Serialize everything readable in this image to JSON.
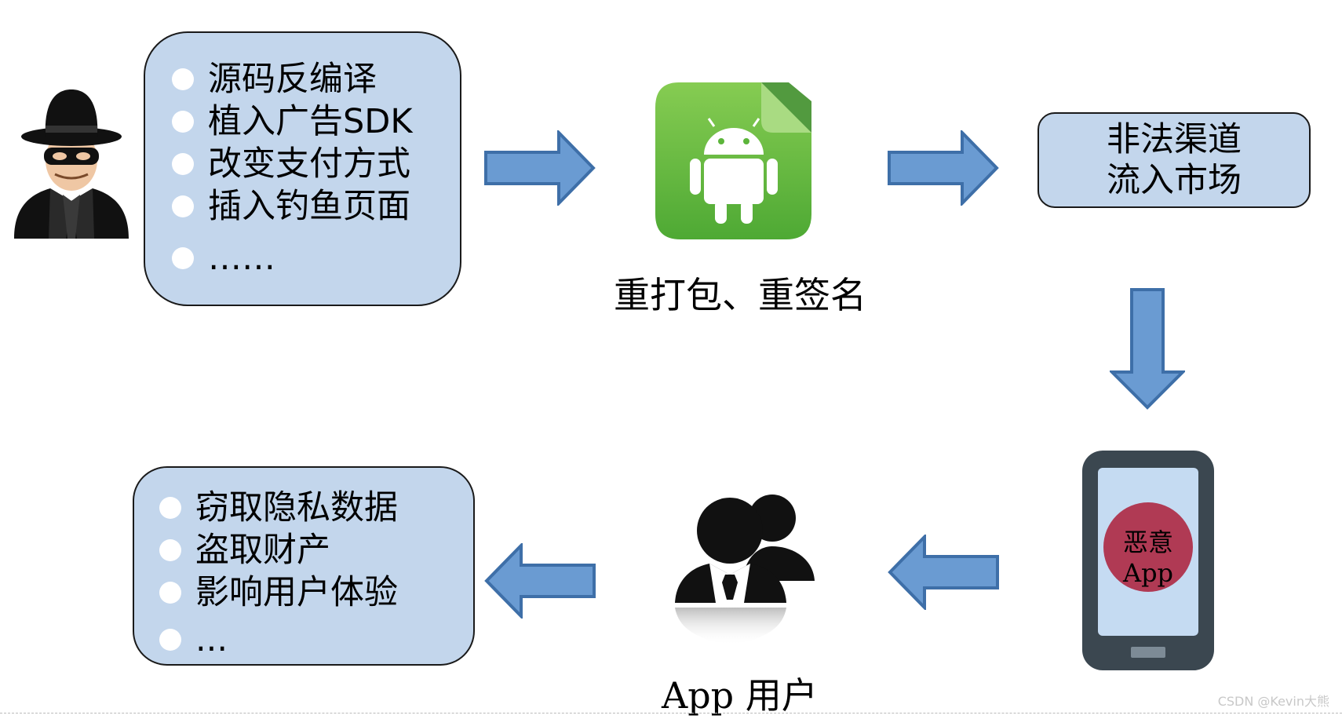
{
  "attacker_actions": [
    "源码反编译",
    "植入广告SDK",
    "改变支付方式",
    "插入钓鱼页面",
    "……"
  ],
  "repack_caption": "重打包、重签名",
  "channel_lines": [
    "非法渠道",
    "流入市场"
  ],
  "malicious_app_label": [
    "恶意",
    "App"
  ],
  "user_caption": "App 用户",
  "consequences": [
    "窃取隐私数据",
    "盗取财产",
    "影响用户体验",
    "..."
  ],
  "watermark": "CSDN @Kevin大熊",
  "icons": {
    "attacker": "spy-icon",
    "apk": "android-apk-icon",
    "phone": "smartphone-icon",
    "users": "users-icon",
    "arrow": "block-arrow-icon"
  },
  "colors": {
    "bubble_fill": "#c3d6ec",
    "arrow_fill": "#6a9bd2",
    "arrow_stroke": "#3e6fa8",
    "apk_green": "#6fbe44",
    "malicious_red": "#b03a54",
    "phone_body": "#3b4750",
    "phone_screen": "#c5dbf2"
  }
}
